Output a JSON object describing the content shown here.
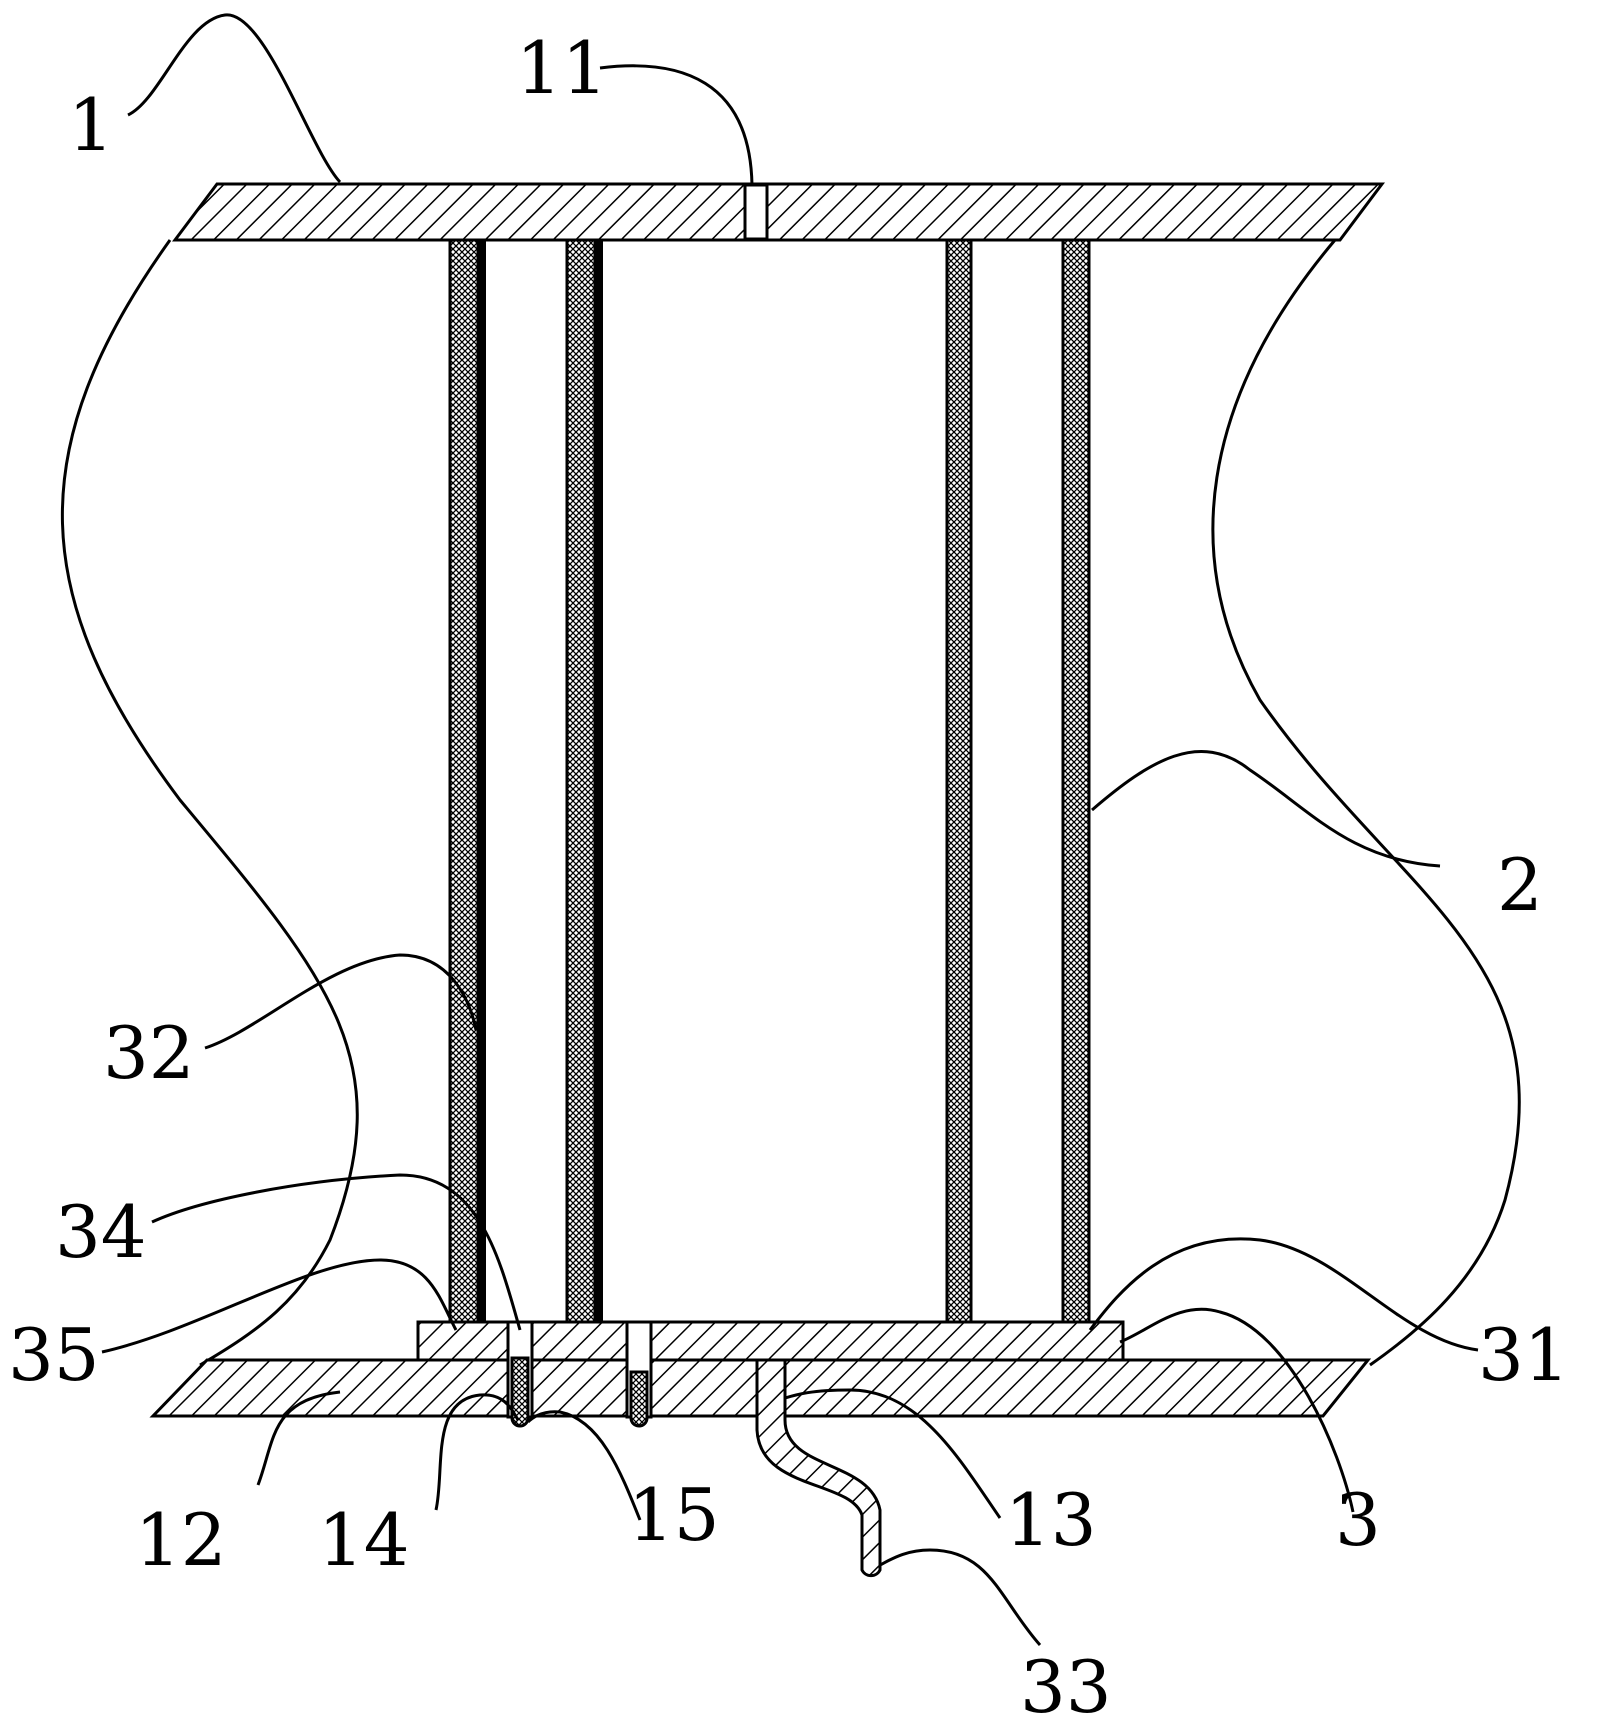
{
  "figure": {
    "labels": {
      "l1": "1",
      "l11": "11",
      "l2": "2",
      "l32": "32",
      "l34": "34",
      "l35": "35",
      "l31": "31",
      "l12": "12",
      "l14": "14",
      "l15": "15",
      "l13": "13",
      "l3": "3",
      "l33": "33"
    },
    "colors": {
      "stroke": "#000000",
      "background": "#ffffff"
    }
  }
}
